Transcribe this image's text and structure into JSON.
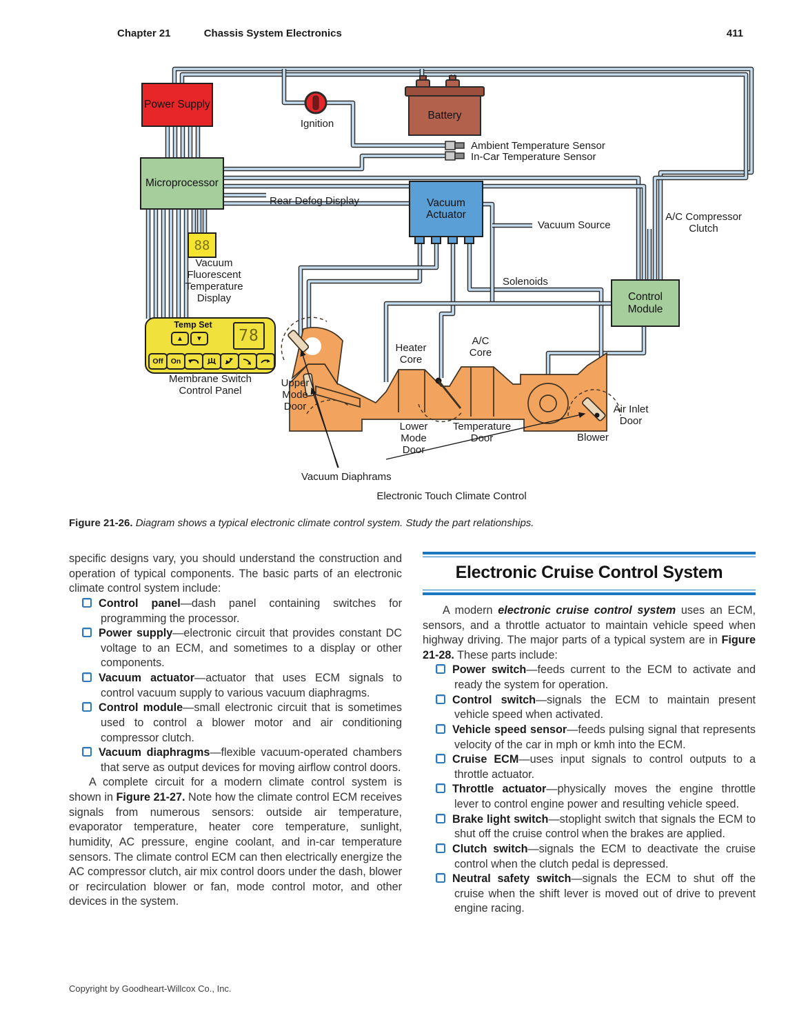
{
  "header": {
    "chapter": "Chapter 21",
    "title": "Chassis System Electronics",
    "page_number": "411"
  },
  "footer": {
    "copyright": "Copyright by Goodheart-Willcox Co., Inc."
  },
  "colors": {
    "accent_blue": "#1b77c0",
    "bullet_blue": "#2c78ba",
    "power_supply_red": "#e62628",
    "battery_brown": "#b2614d",
    "module_green": "#a6ce9d",
    "actuator_blue": "#5aa0d6",
    "hvac_orange": "#f2a45f",
    "panel_yellow": "#f1e13d",
    "wire_blue": "#c6def0"
  },
  "diagram": {
    "power_supply": "Power Supply",
    "ignition": "Ignition",
    "battery": "Battery",
    "ambient_sensor": "Ambient Temperature Sensor",
    "incar_sensor": "In-Car Temperature Sensor",
    "microprocessor": "Microprocessor",
    "rear_defog": "Rear Defog Display",
    "vacuum_actuator": "Vacuum Actuator",
    "vacuum_source": "Vacuum Source",
    "ac_compressor_clutch": "A/C Compressor Clutch",
    "solenoids": "Solenoids",
    "control_module": "Control Module",
    "vf_display_value": "88",
    "vf_display_label": "Vacuum Fluorescent Temperature Display",
    "panel": {
      "temp_set": "Temp Set",
      "up": "▲",
      "down": "▼",
      "temp_value": "78",
      "off": "Off",
      "on": "On"
    },
    "panel_label": "Membrane Switch Control Panel",
    "upper_mode_door": "Upper Mode Door",
    "heater_core": "Heater Core",
    "ac_core": "A/C Core",
    "lower_mode_door": "Lower Mode Door",
    "temperature_door": "Temperature Door",
    "air_inlet_door": "Air Inlet Door",
    "blower": "Blower",
    "vacuum_diaphragms": "Vacuum Diaphrams",
    "title": "Electronic Touch Climate Control"
  },
  "figure_caption": {
    "label": "Figure 21-26.",
    "text": " Diagram shows a typical electronic climate control system. Study the part relationships."
  },
  "left_column": {
    "p1": "specific designs vary, you should understand the construction and operation of typical components. The basic parts of an electronic climate control system include:",
    "bullets": [
      {
        "term": "Control panel",
        "rest": "—dash panel containing switches for programming the processor."
      },
      {
        "term": "Power supply",
        "rest": "—electronic circuit that provides constant DC voltage to an ECM, and sometimes to a display or other components."
      },
      {
        "term": "Vacuum actuator",
        "rest": "—actuator that uses ECM signals to control vacuum supply to various vacuum diaphragms."
      },
      {
        "term": "Control module",
        "rest": "—small electronic circuit that is sometimes used to control a blower motor and air conditioning compressor clutch."
      },
      {
        "term": "Vacuum diaphragms",
        "rest": "—flexible vacuum-operated chambers that serve as output devices for moving airflow control doors."
      }
    ],
    "p2a": "A complete circuit for a modern climate control system is shown in ",
    "p2b": "Figure 21-27.",
    "p2c": " Note how the climate control ECM receives signals from numerous sensors: outside air temperature, evaporator temperature, heater core temperature, sunlight, humidity, AC pressure, engine coolant, and in-car temperature sensors. The climate control ECM can then electrically energize the AC compressor clutch, air mix control doors under the dash, blower or recirculation blower or fan, mode control motor, and other devices in the system."
  },
  "right_column": {
    "heading": "Electronic Cruise Control System",
    "p1a": "A modern ",
    "p1b": "electronic cruise control system",
    "p1c": " uses an ECM, sensors, and a throttle actuator to maintain vehicle speed when highway driving. The major parts of a typical system are in ",
    "p1d": "Figure 21-28.",
    "p1e": " These parts include:",
    "bullets": [
      {
        "term": "Power switch",
        "rest": "—feeds current to the ECM to activate and ready the system for operation."
      },
      {
        "term": "Control switch",
        "rest": "—signals the ECM to maintain present vehicle speed when activated."
      },
      {
        "term": "Vehicle speed sensor",
        "rest": "—feeds pulsing signal that represents velocity of the car in mph or kmh into the ECM."
      },
      {
        "term": "Cruise ECM",
        "rest": "—uses input signals to control outputs to a throttle actuator."
      },
      {
        "term": "Throttle actuator",
        "rest": "—physically moves the engine throttle lever to control engine power and resulting vehicle speed."
      },
      {
        "term": "Brake light switch",
        "rest": "—stoplight switch that signals the ECM to shut off the cruise control when the brakes are applied."
      },
      {
        "term": "Clutch switch",
        "rest": "—signals the ECM to deactivate the cruise control when the clutch pedal is depressed."
      },
      {
        "term": "Neutral safety switch",
        "rest": "—signals the ECM to shut off the cruise when the shift lever is moved out of drive to prevent engine racing."
      }
    ]
  }
}
